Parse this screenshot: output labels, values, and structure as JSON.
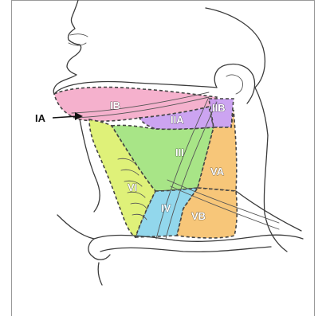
{
  "diagram": {
    "labels": {
      "ia": "IA",
      "ib": "IB",
      "iia": "IIA",
      "iib": "IIB",
      "iii": "III",
      "iv": "IV",
      "va": "VA",
      "vb": "VB",
      "vi": "VI"
    },
    "colors": {
      "ib": "#f4a9c8",
      "iia": "#c79af0",
      "iib": "#c79af0",
      "iii": "#9ee27a",
      "iv": "#86d3ea",
      "va": "#f6c06a",
      "vb": "#f6c06a",
      "vi": "#dcef6a",
      "outline": "#3b3b3b"
    },
    "icons": {
      "arrow": "right-arrow-icon"
    }
  }
}
